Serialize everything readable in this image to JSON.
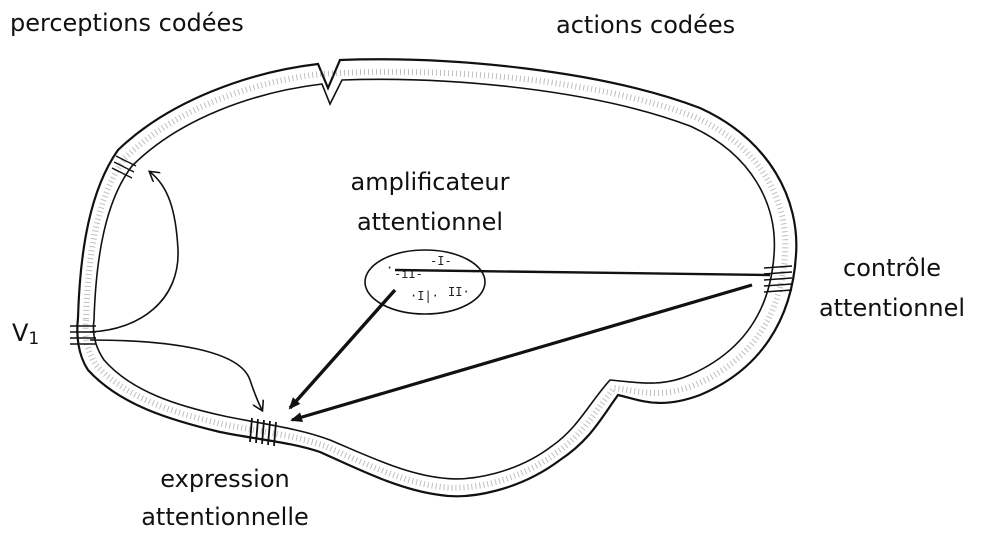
{
  "labels": {
    "perceptions": "perceptions codées",
    "actions": "actions codées",
    "amplifier_line1": "amplificateur",
    "amplifier_line2": "attentionnel",
    "control_line1": "contrôle",
    "control_line2": "attentionnel",
    "v1_letter": "V",
    "v1_subscript": "1",
    "expression_line1": "expression",
    "expression_line2": "attentionnelle"
  },
  "colors": {
    "ink": "#111111",
    "stipple": "#7a7a7a",
    "background": "#ffffff"
  }
}
